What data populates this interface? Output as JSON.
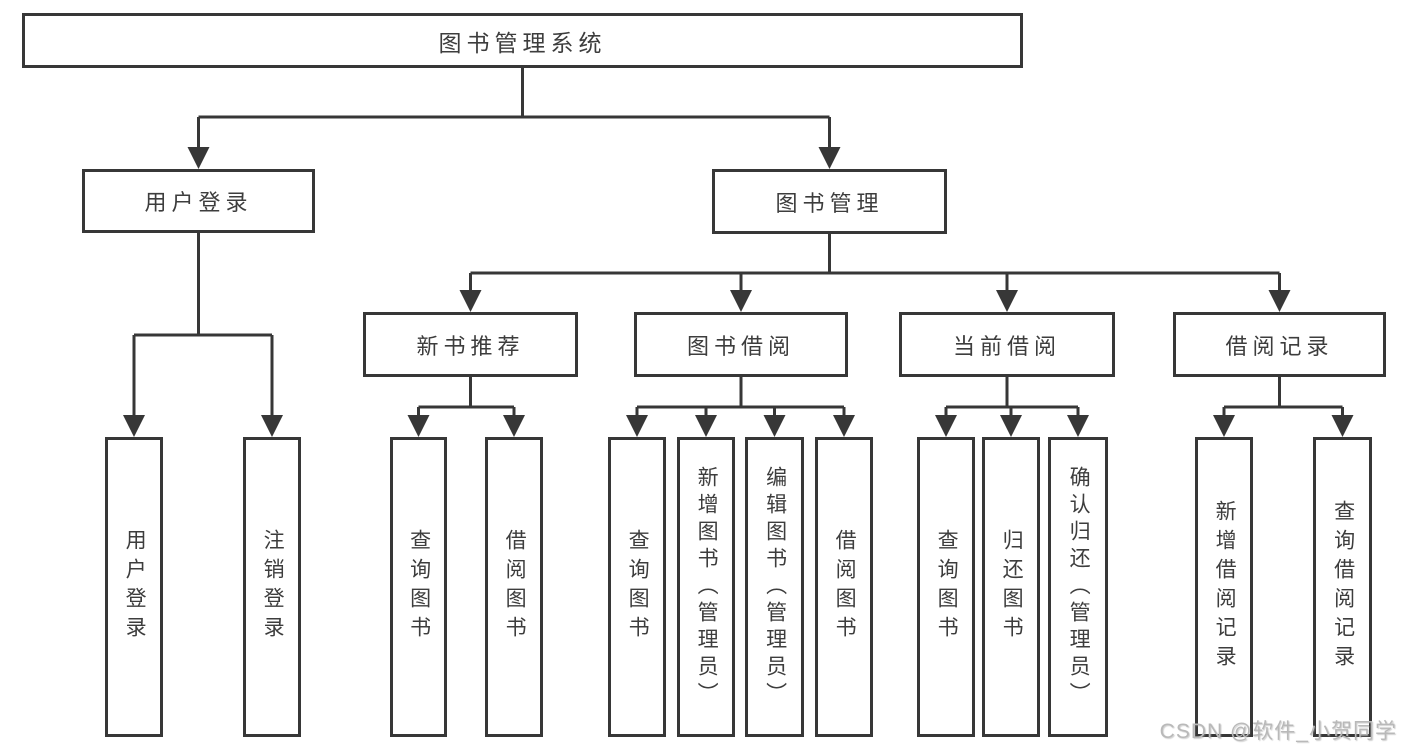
{
  "diagram": {
    "root": {
      "label": "图书管理系统"
    },
    "level1": {
      "user_login": {
        "label": "用户登录"
      },
      "book_mgmt": {
        "label": "图书管理"
      }
    },
    "level2": {
      "new_books": {
        "label": "新书推荐"
      },
      "book_borrow": {
        "label": "图书借阅"
      },
      "current_borrow": {
        "label": "当前借阅"
      },
      "borrow_records": {
        "label": "借阅记录"
      }
    },
    "leaves": {
      "login": "用户登录",
      "logout": "注销登录",
      "nb_query": "查询图书",
      "nb_borrow": "借阅图书",
      "bb_query": "查询图书",
      "bb_add": "新增图书（管理员）",
      "bb_edit": "编辑图书（管理员）",
      "bb_borrow": "借阅图书",
      "cb_query": "查询图书",
      "cb_return": "归还图书",
      "cb_confirm": "确认归还（管理员）",
      "br_add": "新增借阅记录",
      "br_query": "查询借阅记录"
    }
  },
  "watermark": {
    "text": "CSDN @软件_小贺同学"
  },
  "colors": {
    "line": "#373737",
    "text": "#3d3d3d",
    "background": "#ffffff",
    "watermark": "#b9b9b9"
  }
}
